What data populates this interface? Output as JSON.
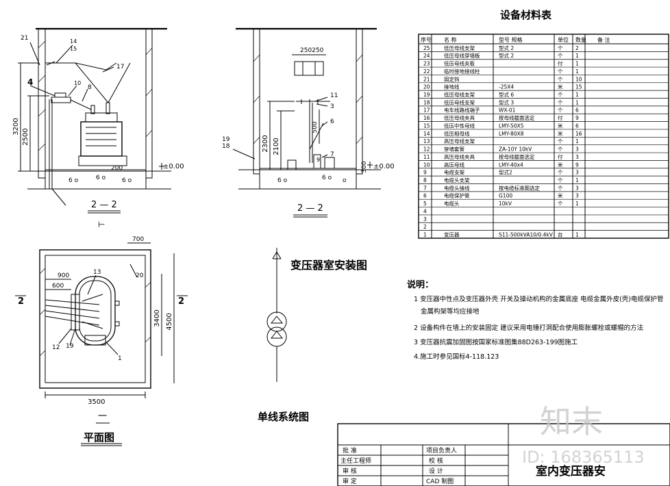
{
  "titles": {
    "material_table": "设备材料表",
    "installation": "变压器室安装图",
    "single_line": "单线系统图",
    "plan": "平面图",
    "section_left": "2 — 2",
    "section_mid": "2 — 2",
    "plan_marker": "一",
    "section_marker_a": "2",
    "section_marker_b": "2"
  },
  "dimensions": {
    "h3200": "3200",
    "h2500": "2500",
    "w200": "200",
    "zero_left": "±0.00",
    "zero_mid": "±0.00",
    "w250": "250250",
    "h2300": "2300",
    "h2100": "2100",
    "h500": "500",
    "h300": "300",
    "w700": "700",
    "w900": "900",
    "w600": "600",
    "h3400": "3400",
    "h4500": "4500",
    "w3500": "3500"
  },
  "callouts_left": [
    "21",
    "14",
    "15",
    "17",
    "4",
    "10",
    "8"
  ],
  "callouts_mid": [
    "11",
    "3",
    "6",
    "7",
    "19",
    "18",
    "9"
  ],
  "callouts_plan": [
    "13",
    "20",
    "12",
    "19",
    "1"
  ],
  "table": {
    "headers": [
      "序号",
      "名  称",
      "型号  规格",
      "单位",
      "数量",
      "备  注"
    ],
    "rows": [
      [
        "25",
        "低压母线支架",
        "型式 2",
        "个",
        "2",
        ""
      ],
      [
        "24",
        "低压母线穿墙板",
        "型式 2",
        "个",
        "1",
        ""
      ],
      [
        "23",
        "低压母线夹板",
        "",
        "付",
        "1",
        ""
      ],
      [
        "22",
        "临时接地接线柱",
        "",
        "个",
        "1",
        ""
      ],
      [
        "21",
        "固定钩",
        "",
        "个",
        "10",
        ""
      ],
      [
        "20",
        "接地线",
        "-25X4",
        "米",
        "15",
        ""
      ],
      [
        "19",
        "低压母线支架",
        "型式 6",
        "个",
        "1",
        ""
      ],
      [
        "18",
        "低压母线支架",
        "型式 3",
        "个",
        "1",
        ""
      ],
      [
        "17",
        "电车线路线端子",
        "WX-01",
        "个",
        "6",
        ""
      ],
      [
        "16",
        "低压母线夹具",
        "按母线截面选定",
        "付",
        "9",
        ""
      ],
      [
        "15",
        "低压中性母线",
        "LMY-50X5",
        "米",
        "6",
        ""
      ],
      [
        "14",
        "低压相母线",
        "LMY-80X8",
        "米",
        "16",
        ""
      ],
      [
        "13",
        "高压母线支架",
        "",
        "个",
        "1",
        ""
      ],
      [
        "12",
        "穿墙套管",
        "ZA-10Y  10kV",
        "个",
        "3",
        ""
      ],
      [
        "11",
        "高压母线夹具",
        "按母线截面选定",
        "付",
        "3",
        ""
      ],
      [
        "10",
        "高压母线",
        "LMY-40x4",
        "米",
        "9",
        ""
      ],
      [
        "9",
        "电缆支架",
        "型式2",
        "个",
        "3",
        ""
      ],
      [
        "8",
        "电缆头支架",
        "",
        "个",
        "1",
        ""
      ],
      [
        "7",
        "电缆头接线",
        "按电缆标准图选定",
        "个",
        "3",
        ""
      ],
      [
        "6",
        "电缆保护管",
        "G100",
        "米",
        "3",
        ""
      ],
      [
        "5",
        "电缆头",
        "10kV",
        "个",
        "1",
        ""
      ],
      [
        "4",
        "",
        "",
        "",
        "",
        ""
      ],
      [
        "3",
        "",
        "",
        "",
        "",
        ""
      ],
      [
        "2",
        "",
        "",
        "",
        "",
        ""
      ],
      [
        "1",
        "变压器",
        "S11-500kVA10/0.4kV",
        "台",
        "1",
        ""
      ]
    ]
  },
  "notes": {
    "heading": "说明：",
    "items": [
      "1  变压器中性点及变压器外壳  开关及操动机构的金属底座  电缆金属外皮(壳)电缆保护管",
      "金属构架等均应接地",
      "2 设备构件在墙上的安装固定  建议采用电锤打洞配合使用膨胀螺栓或螺帽的方法",
      "3 变压器抗震加固图按国家标准图集88D263-199图施工",
      "4.施工时参见国标4-118.123"
    ]
  },
  "title_block": {
    "rows": [
      [
        "批    准",
        "",
        "项目负责人",
        ""
      ],
      [
        "主任工程师",
        "",
        "校    核",
        ""
      ],
      [
        "审    核",
        "",
        "设    计",
        ""
      ],
      [
        "审    定",
        "",
        "CAD 制图",
        ""
      ]
    ],
    "drawing_name": "室内变压器安"
  },
  "watermark": {
    "brand": "知末",
    "id": "ID: 168365113"
  }
}
